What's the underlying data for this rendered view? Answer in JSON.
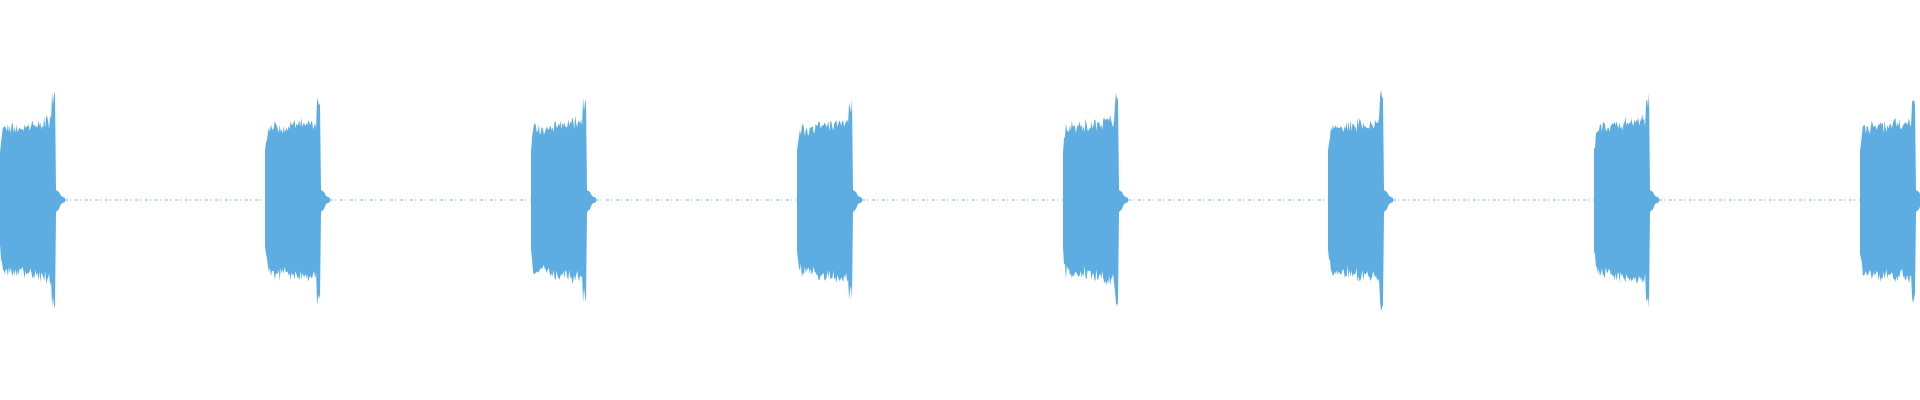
{
  "waveform": {
    "color": "#5dade2",
    "background": "#ffffff",
    "bursts": [
      {
        "index": 1
      },
      {
        "index": 2
      },
      {
        "index": 3
      },
      {
        "index": 4
      },
      {
        "index": 5
      },
      {
        "index": 6
      },
      {
        "index": 7
      },
      {
        "index": 8
      }
    ]
  }
}
